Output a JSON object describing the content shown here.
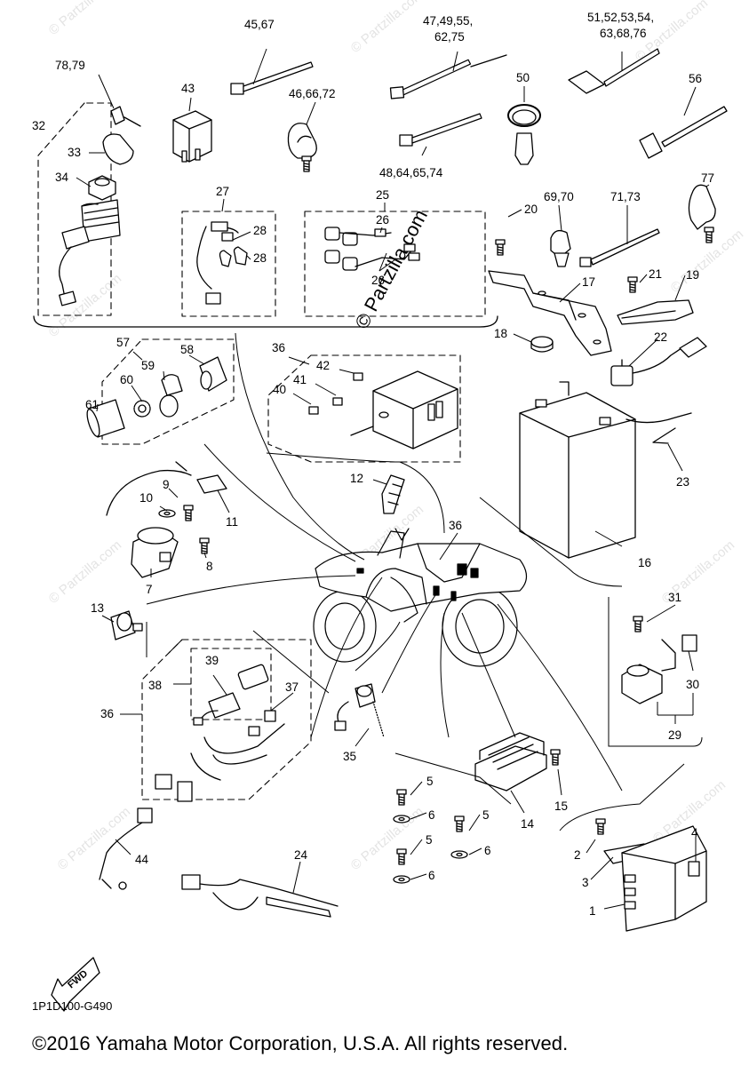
{
  "diagram": {
    "callouts": [
      "45,67",
      "47,49,55,",
      "62,75",
      "51,52,53,54,",
      "63,68,76",
      "78,79",
      "43",
      "46,66,72",
      "50",
      "56",
      "48,64,65,74",
      "32",
      "33",
      "34",
      "27",
      "28",
      "28",
      "25",
      "26",
      "26",
      "77",
      "69,70",
      "71,73",
      "20",
      "21",
      "19",
      "17",
      "18",
      "22",
      "57",
      "58",
      "59",
      "60",
      "61",
      "36",
      "42",
      "41",
      "40",
      "16",
      "23",
      "12",
      "36",
      "9",
      "10",
      "11",
      "8",
      "7",
      "13",
      "31",
      "30",
      "29",
      "39",
      "38",
      "37",
      "36",
      "35",
      "14",
      "15",
      "5",
      "6",
      "5",
      "6",
      "5",
      "6",
      "44",
      "24",
      "2",
      "3",
      "4",
      "1"
    ],
    "watermark_text": "© Partzilla.com",
    "center_watermark": "© Partzilla.com",
    "fwd_label": "FWD",
    "code": "1P1D100-G490"
  },
  "footer": {
    "copyright": "©2016 Yamaha Motor Corporation, U.S.A. All rights reserved."
  }
}
